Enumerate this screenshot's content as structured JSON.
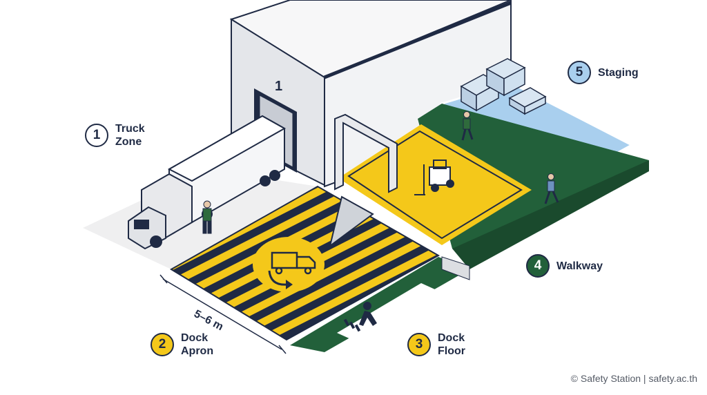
{
  "zones": {
    "truck": {
      "number": "1",
      "line1": "Truck",
      "line2": "Zone"
    },
    "apron": {
      "number": "2",
      "line1": "Dock",
      "line2": "Apron"
    },
    "floor": {
      "number": "3",
      "line1": "Dock",
      "line2": "Floor"
    },
    "walkway": {
      "number": "4",
      "line1": "Walkway"
    },
    "staging": {
      "number": "5",
      "line1": "Staging"
    }
  },
  "door_number": "1",
  "apron_dimension": "5–6 m",
  "credit": "© Safety Station | safety.ac.th",
  "colors": {
    "navy": "#1f2a44",
    "hazard_yellow": "#f4c81a",
    "walkway_green": "#22603a",
    "staging_blue": "#a9cfee",
    "building_gray": "#e4e6ea",
    "truck_zone_gray": "#eeeeef"
  },
  "icons": [
    "truck-icon",
    "turn-arrow-icon",
    "pedestrian-icon",
    "forklift-icon",
    "pallet-icon",
    "worker-icon"
  ]
}
